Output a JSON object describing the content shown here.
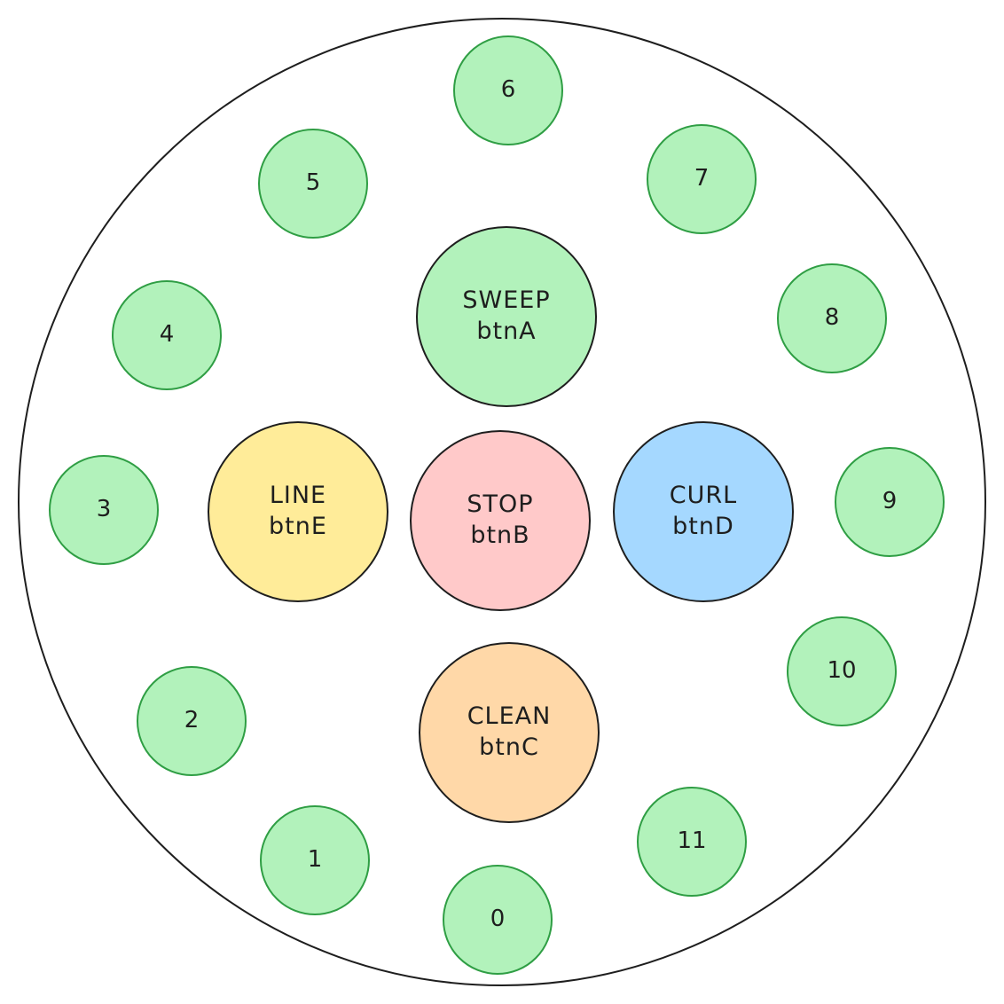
{
  "positions": [
    "0",
    "1",
    "2",
    "3",
    "4",
    "5",
    "6",
    "7",
    "8",
    "9",
    "10",
    "11"
  ],
  "buttons": {
    "sweep": {
      "label": "SWEEP",
      "id": "btnA",
      "fill": "#b2f2bb"
    },
    "stop": {
      "label": "STOP",
      "id": "btnB",
      "fill": "#ffc9c9"
    },
    "clean": {
      "label": "CLEAN",
      "id": "btnC",
      "fill": "#ffd8a8"
    },
    "curl": {
      "label": "CURL",
      "id": "btnD",
      "fill": "#a5d8ff"
    },
    "line": {
      "label": "LINE",
      "id": "btnE",
      "fill": "#ffec99"
    }
  },
  "colors": {
    "position_fill": "#b2f2bb",
    "position_stroke": "#2f9e44",
    "outline": "#1e1e1e"
  }
}
